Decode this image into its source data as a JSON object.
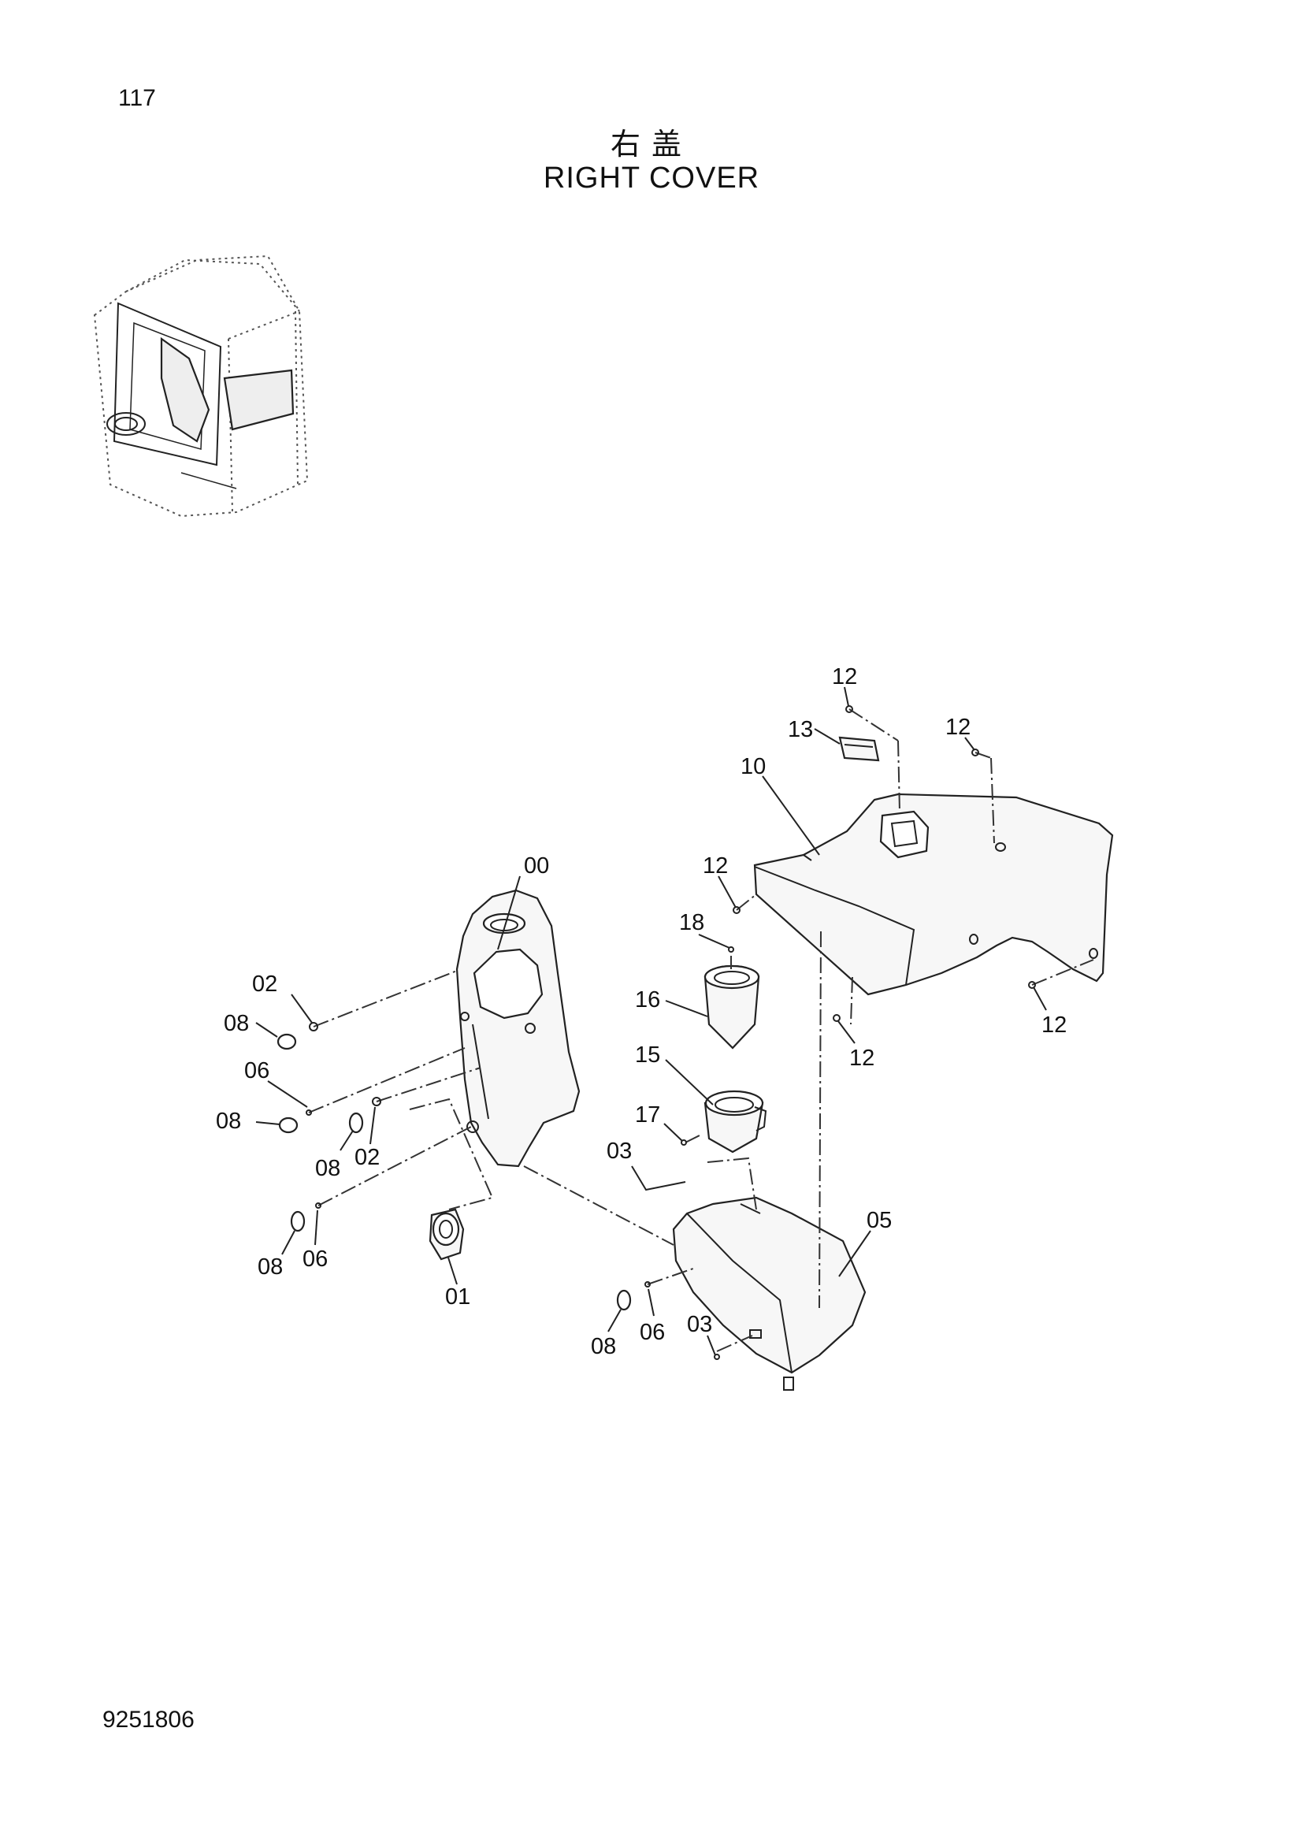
{
  "page_number": "117",
  "title_cn": "右盖",
  "title_en": "RIGHT COVER",
  "doc_code": "9251806",
  "callouts": {
    "c00": "00",
    "c01": "01",
    "c02a": "02",
    "c02b": "02",
    "c03a": "03",
    "c03b": "03",
    "c05": "05",
    "c06a": "06",
    "c06b": "06",
    "c06c": "06",
    "c08a": "08",
    "c08b": "08",
    "c08c": "08",
    "c08d": "08",
    "c08e": "08",
    "c10": "10",
    "c12a": "12",
    "c12b": "12",
    "c12c": "12",
    "c12d": "12",
    "c12e": "12",
    "c13": "13",
    "c15": "15",
    "c16": "16",
    "c17": "17",
    "c18": "18"
  }
}
